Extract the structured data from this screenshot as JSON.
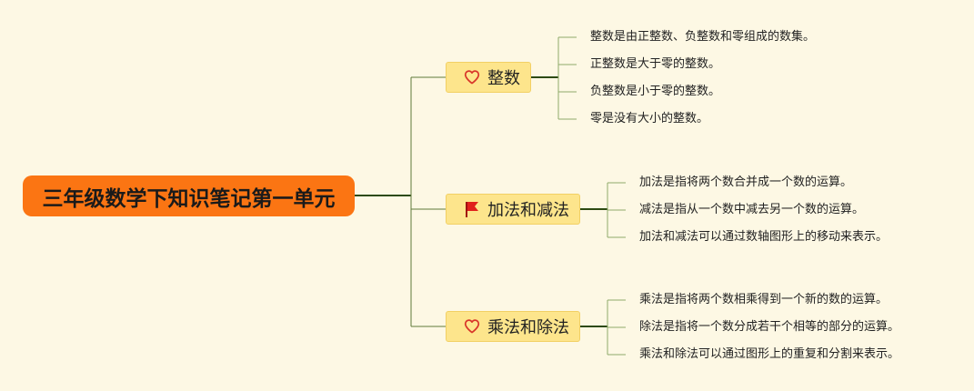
{
  "root": {
    "title": "三年级数学下知识笔记第一单元"
  },
  "branches": [
    {
      "label": "整数",
      "icon": "heart-icon",
      "items": [
        "整数是由正整数、负整数和零组成的数集。",
        "正整数是大于零的整数。",
        "负整数是小于零的整数。",
        "零是没有大小的整数。"
      ]
    },
    {
      "label": "加法和减法",
      "icon": "red-flag-icon",
      "items": [
        "加法是指将两个数合并成一个数的运算。",
        "减法是指从一个数中减去另一个数的运算。",
        "加法和减法可以通过数轴图形上的移动来表示。"
      ]
    },
    {
      "label": "乘法和除法",
      "icon": "heart-icon",
      "items": [
        "乘法是指将两个数相乘得到一个新的数的运算。",
        "除法是指将一个数分成若干个相等的部分的运算。",
        "乘法和除法可以通过图形上的重复和分割来表示。"
      ]
    }
  ],
  "colors": {
    "root_fill": "#fb7513",
    "branch_fill": "#fde58c",
    "branch_border": "#f2d064",
    "connector_dark": "#2c4a12",
    "connector_light": "#8faa6a",
    "heart_icon": "#d8352a",
    "flag_icon": "#e0201b"
  }
}
